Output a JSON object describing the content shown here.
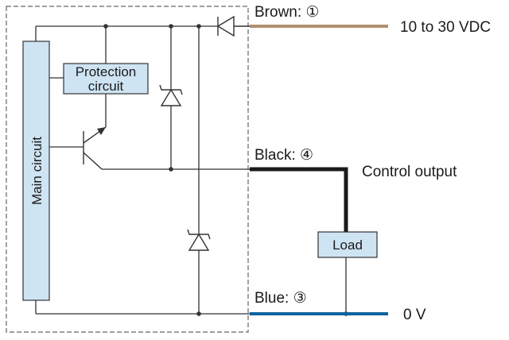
{
  "wires": {
    "brown": {
      "label": "Brown: ①",
      "color": "#b09070"
    },
    "black": {
      "label": "Black: ④",
      "color": "#1a1a1a"
    },
    "blue": {
      "label": "Blue: ③",
      "color": "#0e64a0"
    }
  },
  "supply": {
    "label": "10 to 30 VDC"
  },
  "output": {
    "label": "Control output"
  },
  "ground": {
    "label": "0 V"
  },
  "blocks": {
    "main_circuit": "Main circuit",
    "protection_line1": "Protection",
    "protection_line2": "circuit",
    "load": "Load"
  },
  "colors": {
    "block_fill": "#cfe4f3",
    "line": "#333333",
    "boundary": "#666666"
  }
}
